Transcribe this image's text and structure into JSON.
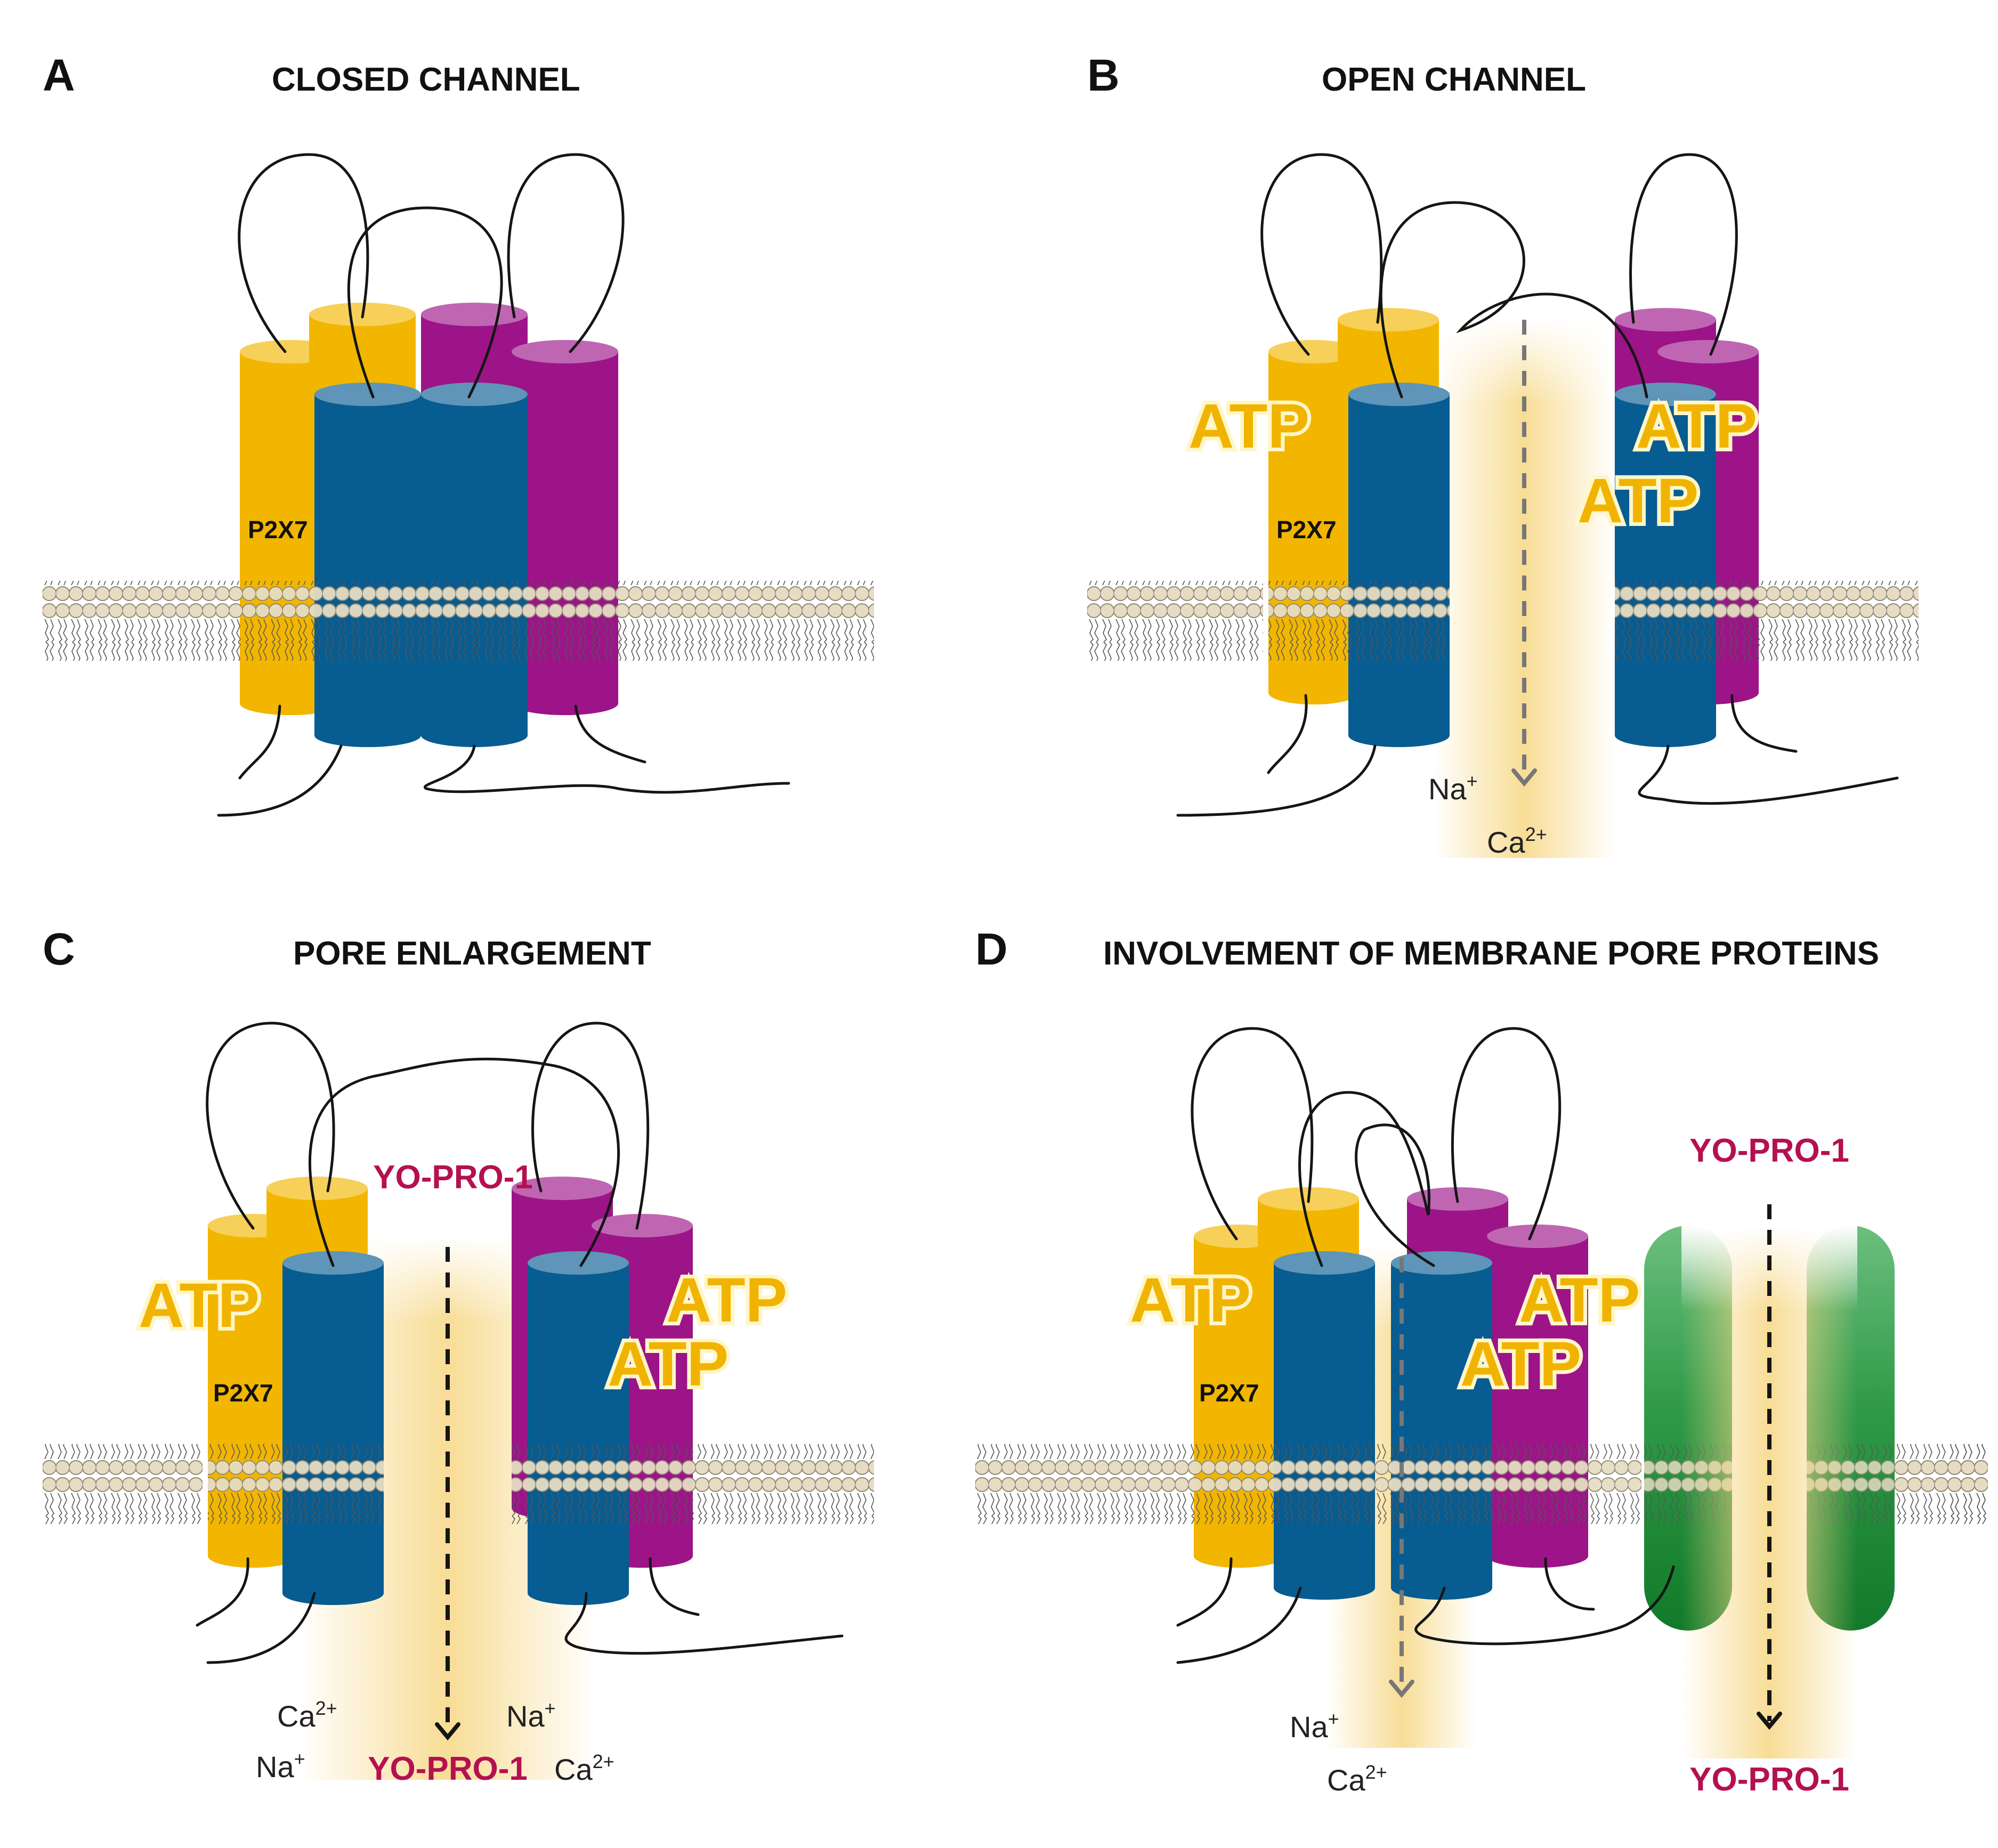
{
  "panels": [
    {
      "letter": "A",
      "title": "CLOSED CHANNEL",
      "receptor_label": "P2X7",
      "atp": [],
      "ions": []
    },
    {
      "letter": "B",
      "title": "OPEN CHANNEL",
      "receptor_label": "P2X7",
      "atp": [
        "ATP",
        "ATP",
        "ATP"
      ],
      "ions": [
        {
          "base": "Na",
          "sup": "+"
        },
        {
          "base": "Ca",
          "sup": "2+"
        }
      ]
    },
    {
      "letter": "C",
      "title": "PORE ENLARGEMENT",
      "receptor_label": "P2X7",
      "atp": [
        "ATP",
        "ATP",
        "ATP"
      ],
      "dye_top": "YO-PRO-1",
      "dye_bottom": "YO-PRO-1",
      "ions": [
        {
          "base": "Ca",
          "sup": "2+"
        },
        {
          "base": "Na",
          "sup": "+"
        },
        {
          "base": "Na",
          "sup": "+"
        },
        {
          "base": "Ca",
          "sup": "2+"
        }
      ]
    },
    {
      "letter": "D",
      "title": "INVOLVEMENT OF MEMBRANE PORE PROTEINS",
      "receptor_label": "P2X7",
      "atp": [
        "ATP",
        "ATP",
        "ATP"
      ],
      "dye_top": "YO-PRO-1",
      "dye_bottom": "YO-PRO-1",
      "ions": [
        {
          "base": "Na",
          "sup": "+"
        },
        {
          "base": "Ca",
          "sup": "2+"
        }
      ]
    }
  ],
  "colors": {
    "subunit_yellow": "#f2b600",
    "subunit_blue": "#075c91",
    "subunit_purple": "#9c1488",
    "pore_green": "#1f8f3a",
    "lipid_head": "#e6dcc3",
    "atp_text": "#f0b400",
    "dye_text": "#b5104f",
    "flux_glow": "#f7d98a"
  }
}
